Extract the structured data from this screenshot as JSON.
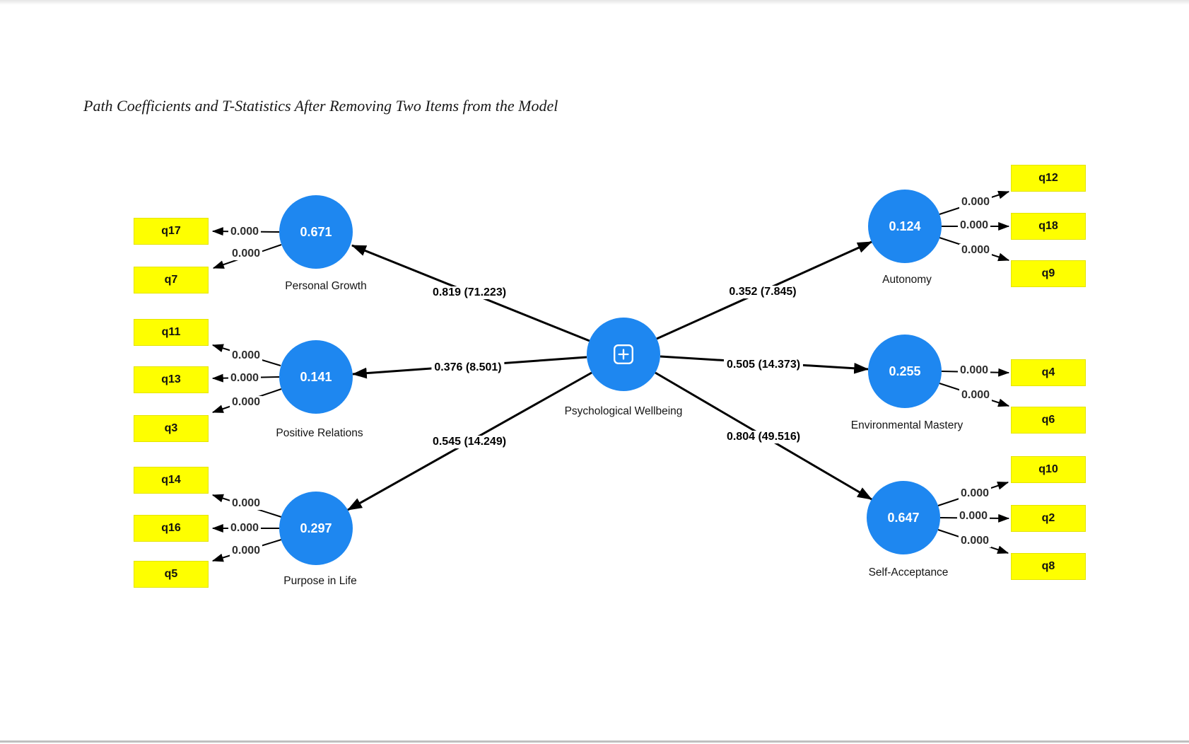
{
  "title": "Path Coefficients and T-Statistics After Removing Two Items from the Model",
  "central_node": {
    "label": "Psychological Wellbeing",
    "icon": "plus-in-rounded-square"
  },
  "constructs": [
    {
      "name": "Personal Growth",
      "value": "0.671",
      "path_label": "0.819 (71.223)",
      "indicators": [
        {
          "label": "q17",
          "loading": "0.000"
        },
        {
          "label": "q7",
          "loading": "0.000"
        }
      ]
    },
    {
      "name": "Positive Relations",
      "value": "0.141",
      "path_label": "0.376 (8.501)",
      "indicators": [
        {
          "label": "q11",
          "loading": "0.000"
        },
        {
          "label": "q13",
          "loading": "0.000"
        },
        {
          "label": "q3",
          "loading": "0.000"
        }
      ]
    },
    {
      "name": "Purpose in Life",
      "value": "0.297",
      "path_label": "0.545 (14.249)",
      "indicators": [
        {
          "label": "q14",
          "loading": "0.000"
        },
        {
          "label": "q16",
          "loading": "0.000"
        },
        {
          "label": "q5",
          "loading": "0.000"
        }
      ]
    },
    {
      "name": "Autonomy",
      "value": "0.124",
      "path_label": "0.352 (7.845)",
      "indicators": [
        {
          "label": "q12",
          "loading": "0.000"
        },
        {
          "label": "q18",
          "loading": "0.000"
        },
        {
          "label": "q9",
          "loading": "0.000"
        }
      ]
    },
    {
      "name": "Environmental Mastery",
      "value": "0.255",
      "path_label": "0.505 (14.373)",
      "indicators": [
        {
          "label": "q4",
          "loading": "0.000"
        },
        {
          "label": "q6",
          "loading": "0.000"
        }
      ]
    },
    {
      "name": "Self-Acceptance",
      "value": "0.647",
      "path_label": "0.804 (49.516)",
      "indicators": [
        {
          "label": "q10",
          "loading": "0.000"
        },
        {
          "label": "q2",
          "loading": "0.000"
        },
        {
          "label": "q8",
          "loading": "0.000"
        }
      ]
    }
  ],
  "colors": {
    "construct_fill": "#1e87f0",
    "indicator_fill": "#feff00",
    "arrow": "#000000",
    "bottom_rule": "#bfbfbf"
  }
}
